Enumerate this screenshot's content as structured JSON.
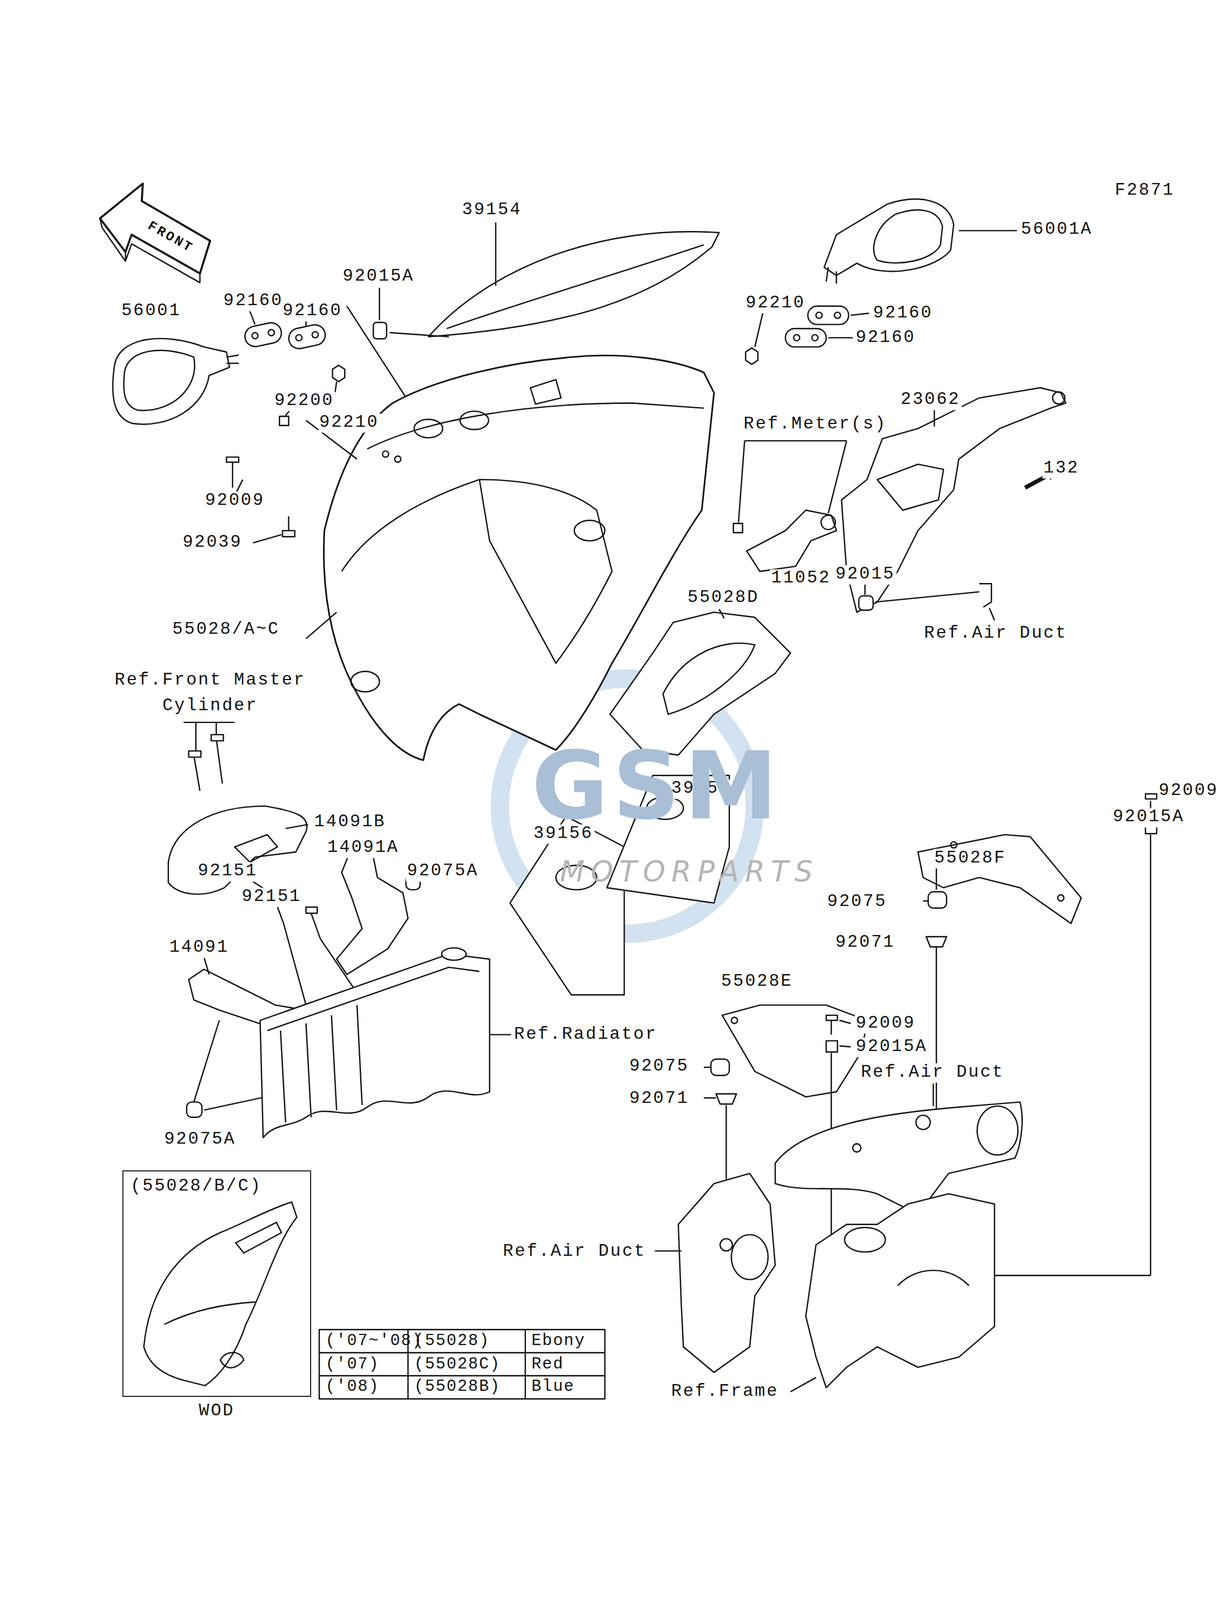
{
  "diagram": {
    "nodes": [
      {
        "text": [
          "(55028/B/C)",
          "WOD"
        ]
      }
    ],
    "labels": [
      "F2871",
      "FRONT",
      "39154",
      "56001A",
      "92015A",
      "56001",
      "92160",
      "92160",
      "92210",
      "92160",
      "92160",
      "92200",
      "92210",
      "23062",
      "Ref.Meter(s)",
      "132",
      "92009",
      "92039",
      "11052",
      "92015",
      "55028D",
      "Ref.Air Duct",
      "55028/A~C",
      "Ref.Front Master Cylinder",
      "14091B",
      "14091A",
      "92075A",
      "92151",
      "92151",
      "14091",
      "92075A",
      "39156",
      "39156A",
      "Ref.Radiator",
      "92009",
      "92015A",
      "55028F",
      "92075",
      "92071",
      "55028E",
      "92009",
      "92015A",
      "Ref.Air Duct",
      "92075",
      "92071",
      "Ref.Air Duct",
      "Ref.Frame",
      "('07~'08)",
      "(55028)",
      "Ebony",
      "('07)",
      "(55028C)",
      "Red",
      "('08)",
      "(55028B)",
      "Blue",
      "GSM",
      "MOTORPARTS"
    ]
  }
}
